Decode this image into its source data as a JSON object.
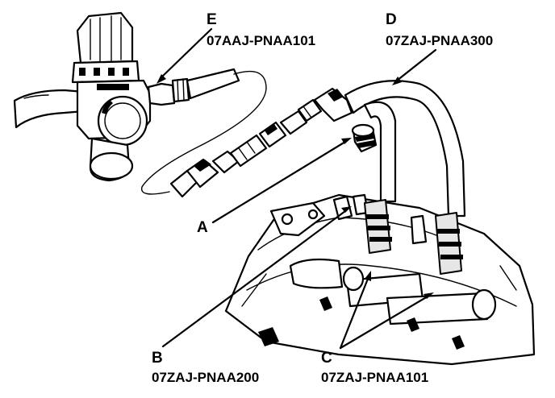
{
  "callouts": [
    {
      "id": "A",
      "letter": "A",
      "part_number": ""
    },
    {
      "id": "B",
      "letter": "B",
      "part_number": "07ZAJ-PNAA200"
    },
    {
      "id": "C",
      "letter": "C",
      "part_number": "07ZAJ-PNAA101"
    },
    {
      "id": "D",
      "letter": "D",
      "part_number": "07ZAJ-PNAA300"
    },
    {
      "id": "E",
      "letter": "E",
      "part_number": "07AAJ-PNAA101"
    }
  ],
  "colors": {
    "ink": "#000000",
    "paper": "#ffffff"
  }
}
